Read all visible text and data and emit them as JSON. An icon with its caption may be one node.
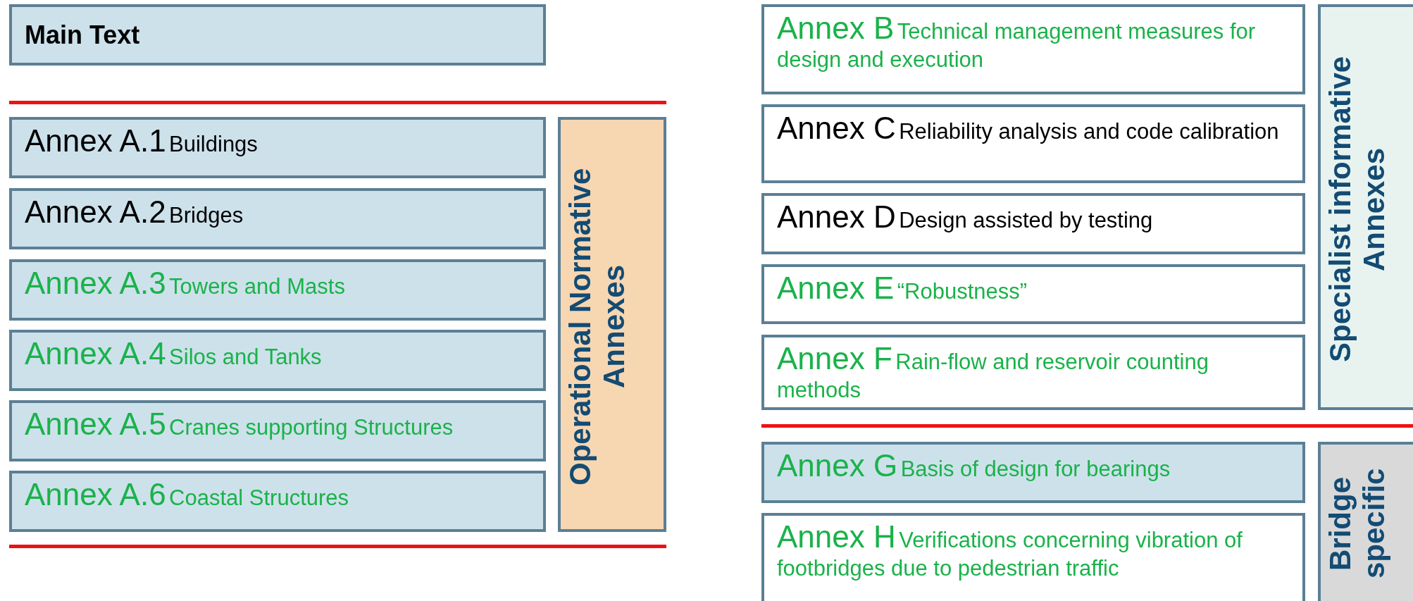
{
  "diagram": {
    "nodes": [
      {
        "text": [
          "Main Text"
        ]
      },
      {
        "text": [
          "Annex A.1",
          "Buildings"
        ]
      },
      {
        "text": [
          "Annex A.2",
          "Bridges"
        ]
      },
      {
        "text": [
          "Annex A.3",
          "Towers and Masts"
        ]
      },
      {
        "text": [
          "Annex A.4",
          "Silos and Tanks"
        ]
      },
      {
        "text": [
          "Annex A.5",
          "Cranes supporting Structures"
        ]
      },
      {
        "text": [
          "Annex A.6",
          "Coastal Structures"
        ]
      },
      {
        "text": [
          "Operational Normative Annexes"
        ]
      },
      {
        "text": [
          "Annex B",
          "Technical management measures for design and execution"
        ]
      },
      {
        "text": [
          "Annex C",
          "Reliability analysis and code calibration"
        ]
      },
      {
        "text": [
          "Annex D",
          "Design assisted by testing"
        ]
      },
      {
        "text": [
          "Annex E",
          "“Robustness”"
        ]
      },
      {
        "text": [
          "Annex F",
          "Rain-flow and reservoir counting methods"
        ]
      },
      {
        "text": [
          "Specialist informative Annexes"
        ]
      },
      {
        "text": [
          "Annex G",
          "Basis of design for bearings"
        ]
      },
      {
        "text": [
          "Annex H",
          "Verifications concerning vibration of footbridges due to pedestrian traffic"
        ]
      },
      {
        "text": [
          "Bridge specific"
        ]
      }
    ]
  }
}
